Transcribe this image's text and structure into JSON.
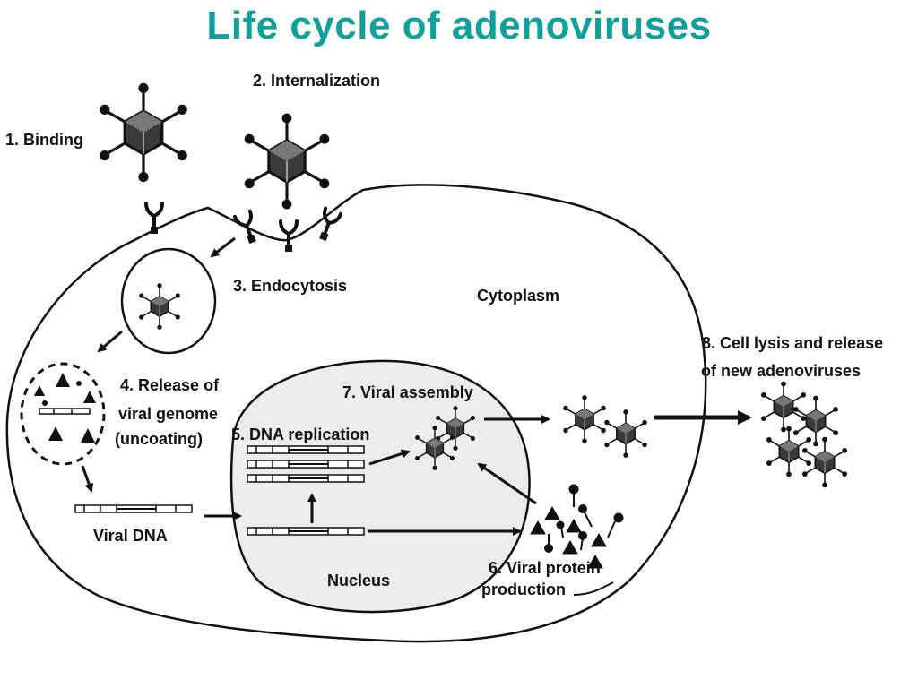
{
  "title": "Life cycle of adenoviruses",
  "labels": {
    "binding": "1. Binding",
    "internalization": "2. Internalization",
    "endocytosis": "3. Endocytosis",
    "cytoplasm": "Cytoplasm",
    "release_line1": "4. Release of",
    "release_line2": "viral genome",
    "release_line3": "(uncoating)",
    "dna_replication": "5. DNA replication",
    "viral_assembly": "7. Viral assembly",
    "viral_dna": "Viral DNA",
    "nucleus": "Nucleus",
    "protein_line1": "6. Viral protein",
    "protein_line2": "production",
    "lysis_line1": "8. Cell lysis and release",
    "lysis_line2": "of new adenoviruses"
  },
  "colors": {
    "title": "#11a09a",
    "nucleus_fill": "#ececec",
    "ink": "#111111"
  }
}
